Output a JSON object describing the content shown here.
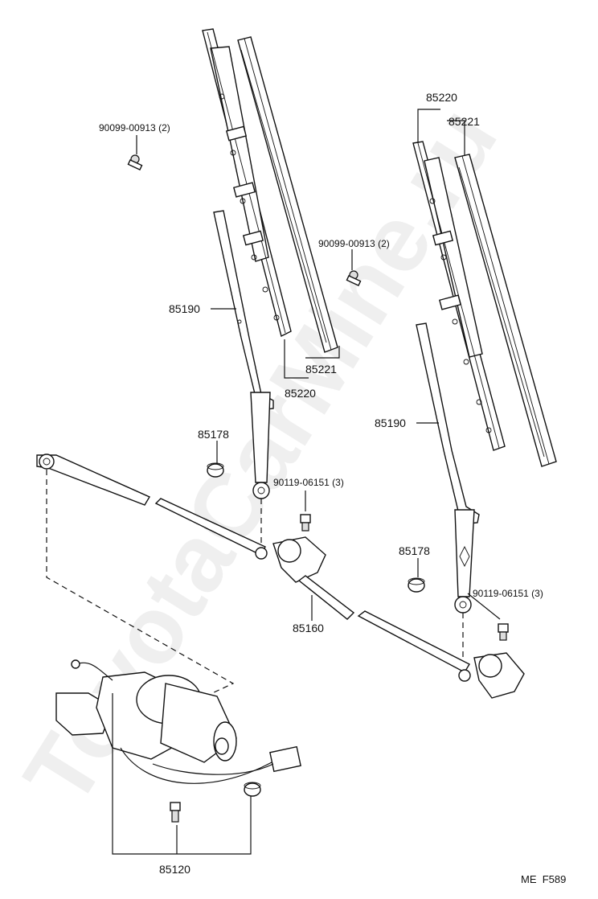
{
  "watermark": "ToyotaCarMine.ru",
  "page_code": "ME  F589",
  "callouts": {
    "bolt_left": "90099-00913 (2)",
    "bolt_right": "90099-00913 (2)",
    "arm_left": "85190",
    "arm_right": "85190",
    "blade_left": "85220",
    "refill_left": "85221",
    "blade_right": "85220",
    "refill_right": "85221",
    "cap_left": "85178",
    "cap_right": "85178",
    "nut_left": "90119-06151 (3)",
    "nut_right": "90119-06151 (3)",
    "link": "85160",
    "motor": "85120"
  }
}
